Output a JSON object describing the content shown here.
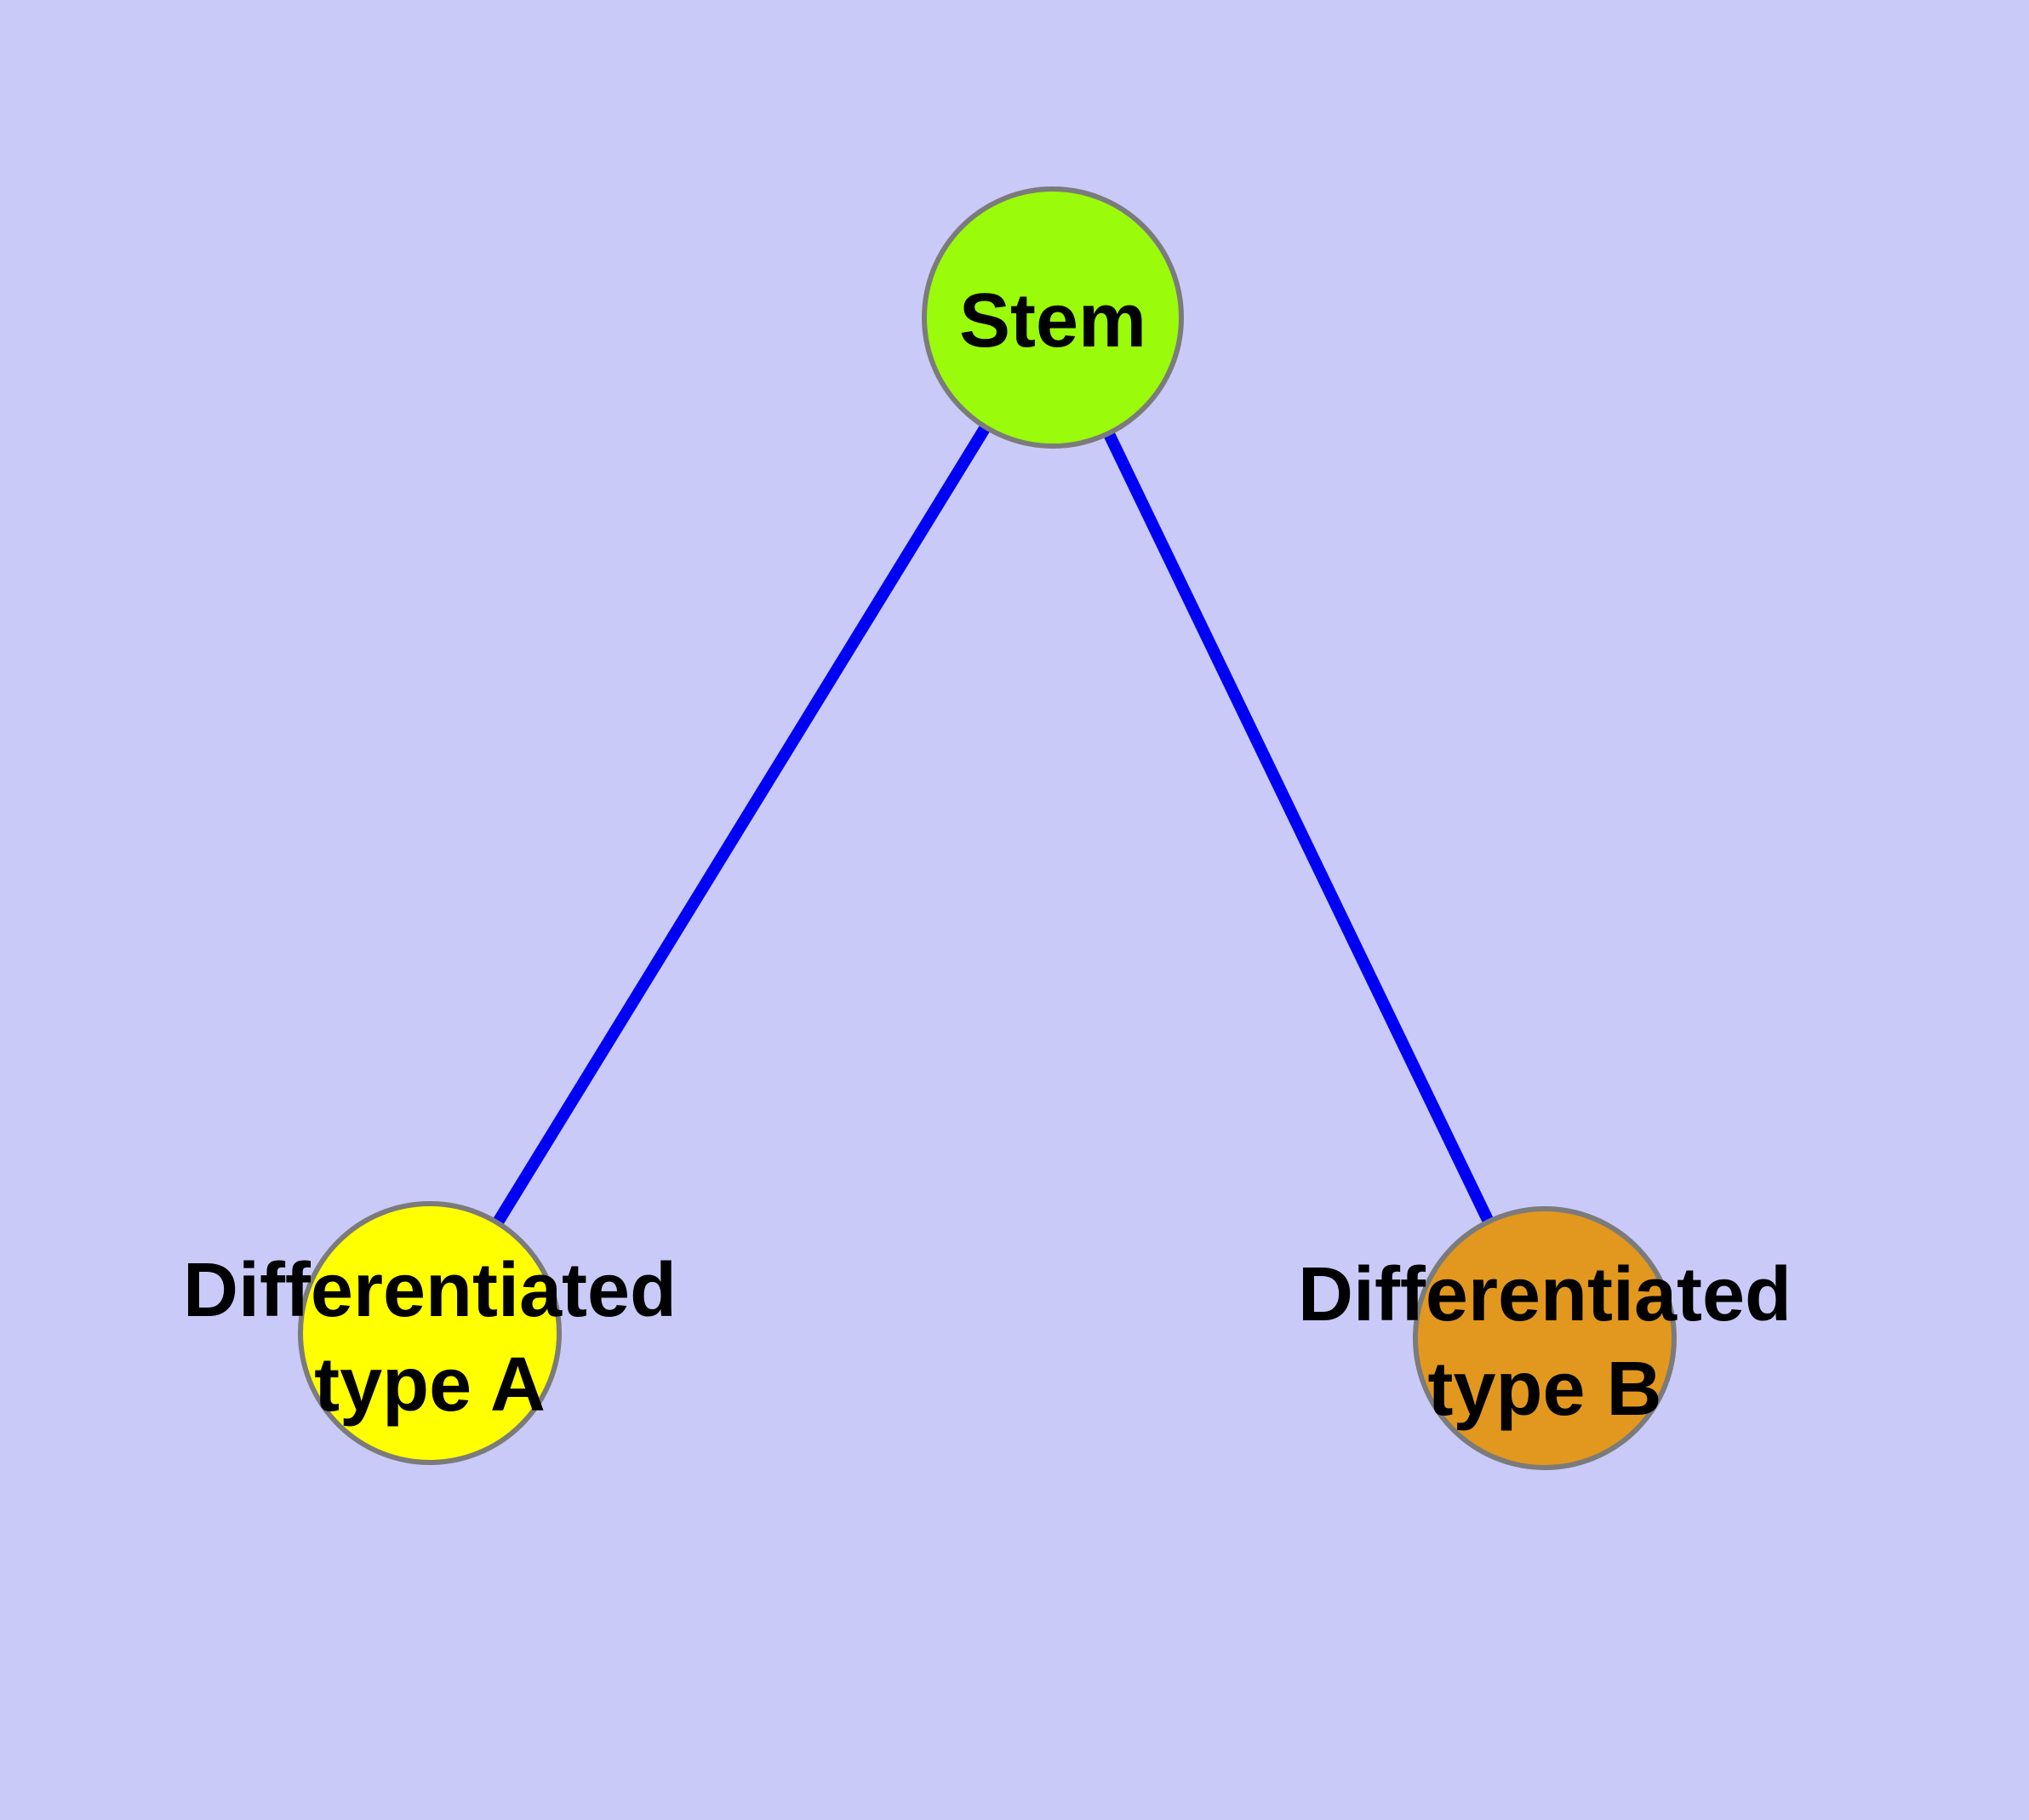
{
  "diagram": {
    "background_color": "#CACAF8",
    "text_color": "#000000",
    "node_border_color": "#7B7B7B",
    "edge_color": "#0000F5",
    "nodes": [
      {
        "id": "stem",
        "label": "Stem",
        "label_lines": [
          "Stem"
        ],
        "fill": "#9AFB0A"
      },
      {
        "id": "type-a",
        "label": "Differentiated type A",
        "label_lines": [
          "Differentiated",
          "type A"
        ],
        "fill": "#FFFF00"
      },
      {
        "id": "type-b",
        "label": "Differentiated type B",
        "label_lines": [
          "Differentiated",
          "type B"
        ],
        "fill": "#E2981E"
      }
    ],
    "edges": [
      {
        "id": "stem-to-type-a",
        "from": "stem",
        "to": "type-a"
      },
      {
        "id": "stem-to-type-b",
        "from": "stem",
        "to": "type-b"
      }
    ]
  }
}
